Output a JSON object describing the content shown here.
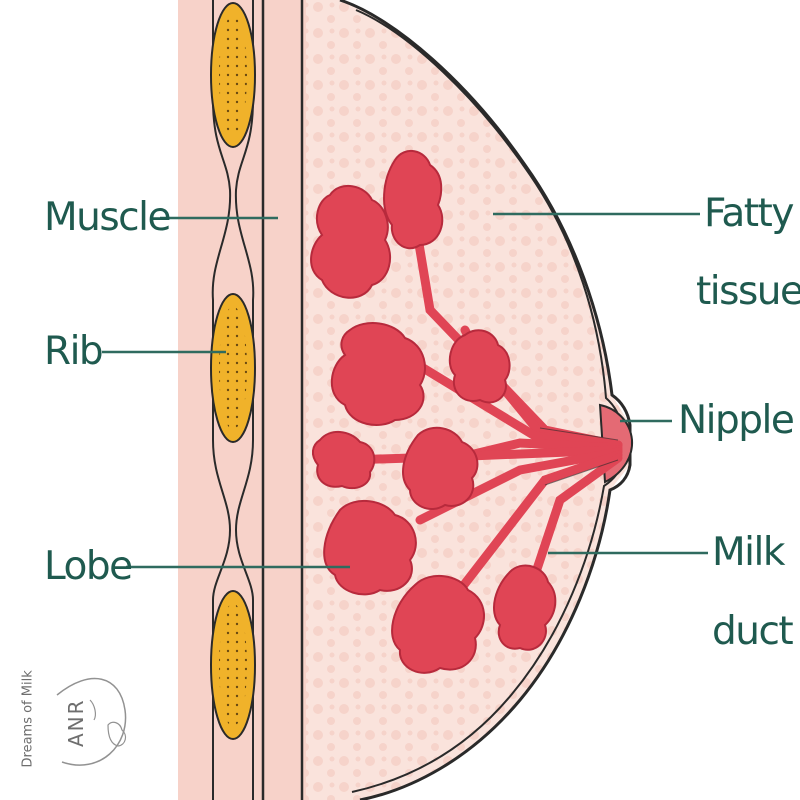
{
  "labels": {
    "muscle": "Muscle",
    "rib": "Rib",
    "lobe": "Lobe",
    "fatty_line1": "Fatty",
    "fatty_line2": "tissue",
    "nipple": "Nipple",
    "milk_line1": "Milk",
    "milk_line2": "duct"
  },
  "watermark": {
    "brand": "Dreams of Milk",
    "initials": "ANR"
  },
  "colors": {
    "label_text": "#1f5a4f",
    "leader_line": "#2f6b5f",
    "chest_wall": "#f7d2c9",
    "fatty_tissue": "#fae3dc",
    "rib_fill": "#f0b22a",
    "lobe": "#e04555",
    "outline": "#2a2a2a"
  }
}
